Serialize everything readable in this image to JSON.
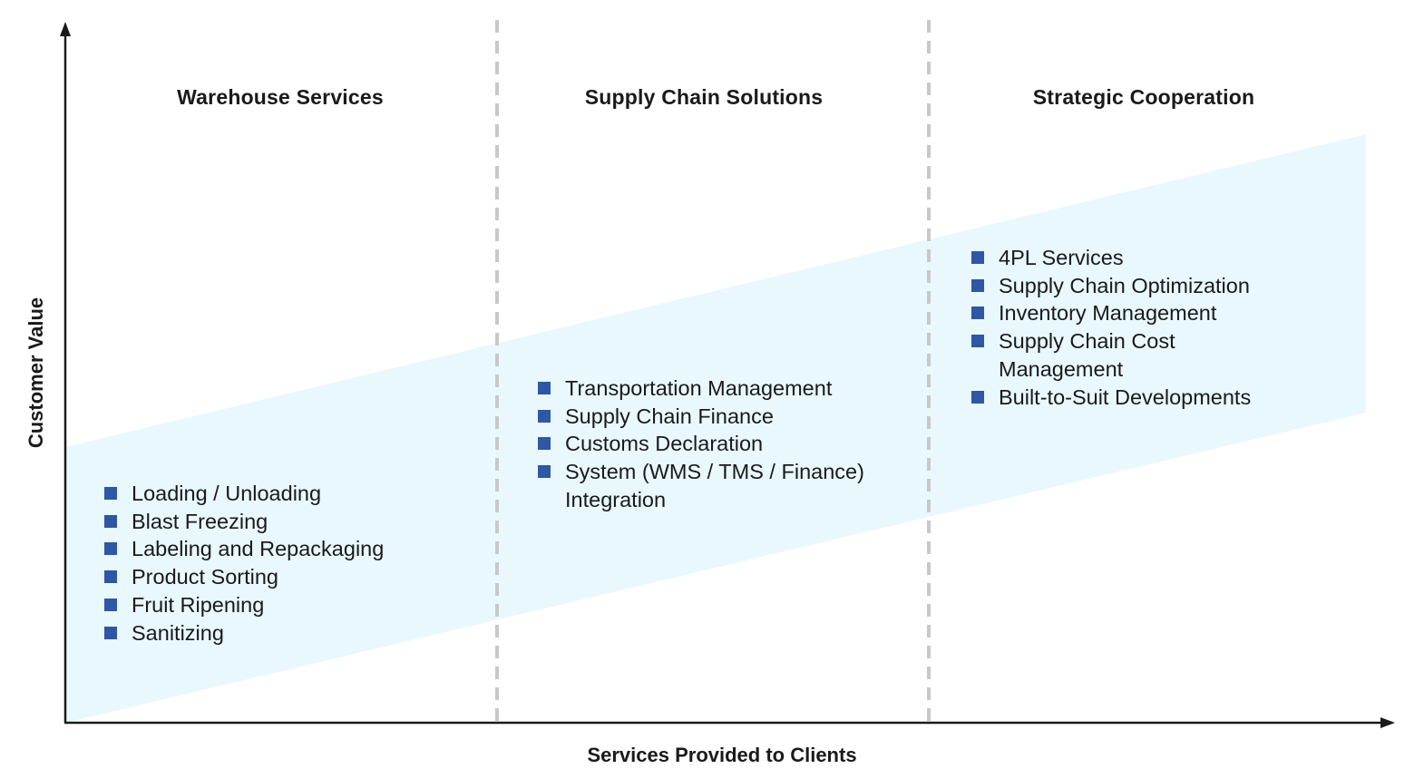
{
  "colors": {
    "band": "#e9f8fd",
    "divider": "#c8c8c8",
    "axis": "#1a1a1a",
    "bullet": "#2f57a4"
  },
  "axes": {
    "x_label": "Services Provided to Clients",
    "y_label": "Customer Value"
  },
  "columns": [
    {
      "title": "Warehouse Services",
      "items": [
        "Loading / Unloading",
        "Blast Freezing",
        "Labeling and Repackaging",
        "Product Sorting",
        "Fruit Ripening",
        "Sanitizing"
      ]
    },
    {
      "title": "Supply Chain Solutions",
      "items": [
        "Transportation Management",
        "Supply Chain Finance",
        "Customs Declaration",
        "System (WMS / TMS / Finance) Integration"
      ]
    },
    {
      "title": "Strategic Cooperation",
      "items": [
        "4PL Services",
        "Supply Chain Optimization",
        "Inventory Management",
        "Supply Chain Cost Management",
        "Built-to-Suit Developments"
      ]
    }
  ]
}
